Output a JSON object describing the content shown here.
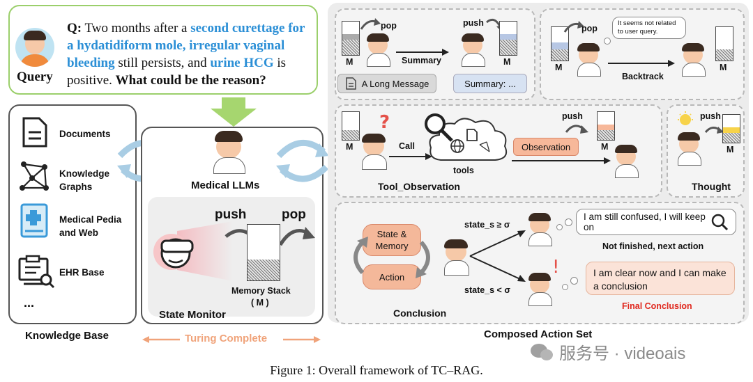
{
  "query": {
    "label": "Query",
    "q_prefix": "Q:",
    "t1": "Two months after a",
    "h1": "second curettage for a hydatidiform mole, irregular vaginal bleeding",
    "t2": "still persists, and",
    "h2": "urine HCG",
    "t3": "is positive.",
    "t4": "What could be the reason?"
  },
  "knowledge_base": {
    "title": "Knowledge Base",
    "items": [
      "Documents",
      "Knowledge Graphs",
      "Medical Pedia and Web",
      "EHR Base",
      "..."
    ]
  },
  "state_monitor": {
    "title": "State Monitor",
    "llm_label": "Medical LLMs",
    "push": "push",
    "pop": "pop",
    "stack_label": "Memory Stack",
    "stack_sub": "( M )"
  },
  "turing": "Turing Complete",
  "summary_panel": {
    "pop": "pop",
    "push": "push",
    "m1": "M",
    "m2": "M",
    "arrow_label": "Summary",
    "chip1": "A Long Message",
    "chip2": "Summary: ..."
  },
  "backtrack_panel": {
    "pop": "pop",
    "thought": "It seems not related to user query.",
    "arrow_label": "Backtrack",
    "m1": "M",
    "m2": "M"
  },
  "tool_panel": {
    "m": "M",
    "call": "Call",
    "tools": "tools",
    "observation": "Observation",
    "push": "push",
    "m2": "M",
    "title": "Tool_Observation"
  },
  "thought_panel": {
    "push": "push",
    "m": "M",
    "title": "Thought"
  },
  "conclusion_panel": {
    "state_memory": "State & Memory",
    "action": "Action",
    "cond1": "state_s ≥ σ",
    "cond2": "state_s < σ",
    "bubble1": "I am still confused, I will keep on",
    "label1": "Not finished, next action",
    "bubble2": "I am clear now and I can make a conclusion",
    "label2": "Final Conclusion",
    "title": "Conclusion"
  },
  "composed_title": "Composed Action Set",
  "watermark": "服务号 · videoais",
  "caption": "Figure 1: Overall framework of TC–RAG.",
  "colors": {
    "query_border": "#9bcf6b",
    "highlight": "#2b8fd6",
    "orange": "#f0a37a",
    "red": "#e0281e",
    "blue_arrow": "#6bb1dc"
  }
}
